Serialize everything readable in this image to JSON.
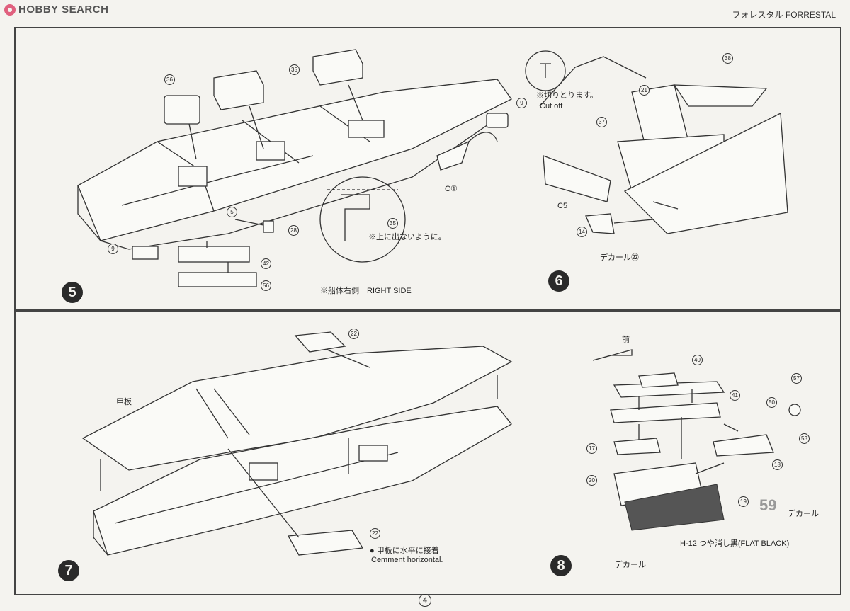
{
  "header": {
    "logo_text": "HOBBY SEARCH",
    "title": "フォレスタル FORRESTAL"
  },
  "steps": [
    {
      "number": "5"
    },
    {
      "number": "6"
    },
    {
      "number": "7"
    },
    {
      "number": "8"
    }
  ],
  "step5": {
    "parts": [
      "36",
      "35",
      "9",
      "5",
      "28",
      "9",
      "42",
      "56",
      "35"
    ],
    "part_c1": "C①",
    "note_top": "※上に出ないように。",
    "note_side": "※船体右側　RIGHT SIDE"
  },
  "step6": {
    "cut_note_jp": "※切りとります。",
    "cut_note_en": "Cut off",
    "parts": [
      "9",
      "21",
      "38",
      "37",
      "14"
    ],
    "part_c5": "C5",
    "decal": "デカール㉒"
  },
  "step7": {
    "deck_label": "甲板",
    "parts": [
      "22",
      "22"
    ],
    "note_jp": "● 甲板に水平に接着",
    "note_en": "Cemment horizontal."
  },
  "step8": {
    "front_label": "前",
    "parts": [
      "40",
      "41",
      "57",
      "50",
      "53",
      "17",
      "18",
      "20",
      "19"
    ],
    "decal_right": "デカール",
    "decal_bottom": "デカール",
    "decal_number": "59",
    "paint_note": "H-12 つや消し黒(FLAT BLACK)"
  },
  "footer": {
    "page_number": "4"
  }
}
